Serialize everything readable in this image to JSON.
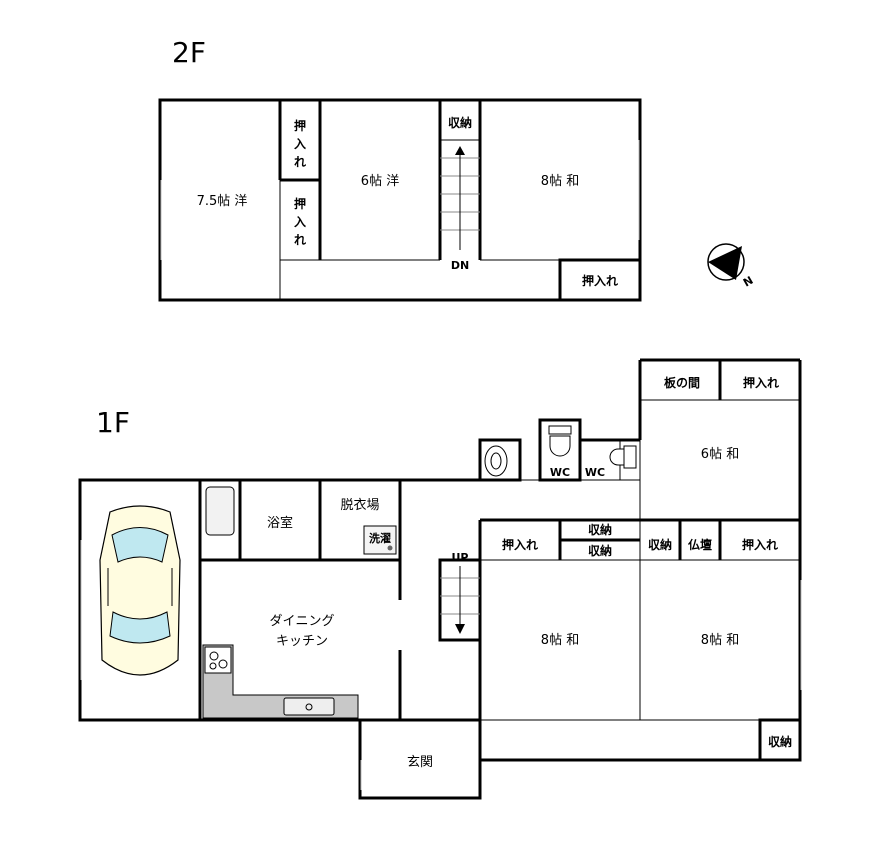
{
  "floors": {
    "second": {
      "label": "2F",
      "rooms": {
        "western_75": "7.5帖 洋",
        "western_6": "6帖 洋",
        "japanese_8": "8帖 和",
        "closet_a": "押\n入\nれ",
        "closet_b": "押\n入\nれ",
        "storage": "収納",
        "closet_c": "押入れ",
        "stairs_dir": "DN"
      }
    },
    "first": {
      "label": "1F",
      "rooms": {
        "itanoma": "板の間",
        "closet_top": "押入れ",
        "japanese_6": "6帖 和",
        "wc1": "WC",
        "wc2": "WC",
        "bath": "浴室",
        "dressing": "脱衣場",
        "laundry": "洗濯",
        "closet_mid": "押入れ",
        "storage_a": "収納",
        "storage_b": "収納",
        "storage_c": "収納",
        "butsudan": "仏壇",
        "closet_right": "押入れ",
        "dining_1": "ダイニング",
        "dining_2": "キッチン",
        "stairs_dir": "UP",
        "japanese_8a": "8帖 和",
        "japanese_8b": "8帖 和",
        "entrance": "玄関",
        "storage_d": "収納"
      }
    }
  },
  "compass": {
    "north": "N"
  }
}
